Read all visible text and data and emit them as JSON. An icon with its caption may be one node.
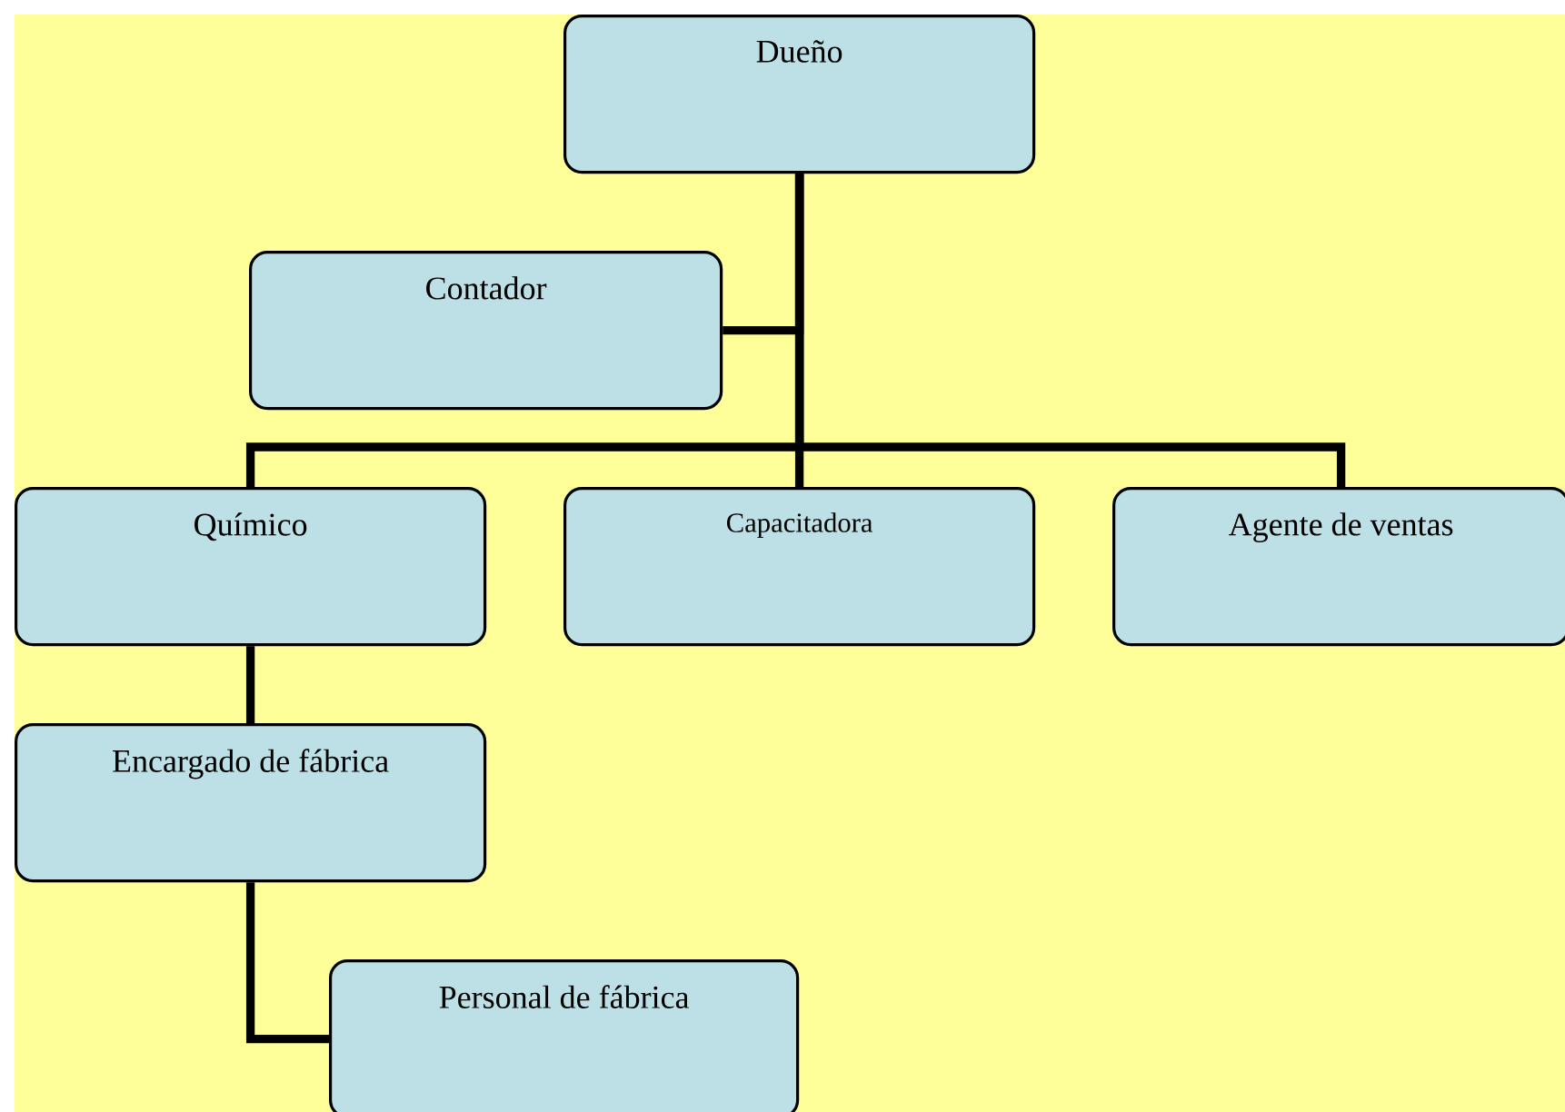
{
  "diagram": {
    "nodes": [
      {
        "text": [
          "Dueño"
        ]
      },
      {
        "text": [
          "Contador"
        ]
      },
      {
        "text": [
          "Químico"
        ]
      },
      {
        "text": [
          "Capacitadora"
        ]
      },
      {
        "text": [
          "Agente de ventas"
        ]
      },
      {
        "text": [
          "Encargado de fábrica"
        ]
      },
      {
        "text": [
          "Personal de fábrica"
        ]
      }
    ],
    "edges": [
      {
        "from": 0,
        "to": 1,
        "arrow": "none"
      },
      {
        "from": 0,
        "to": 2,
        "arrow": "none"
      },
      {
        "from": 0,
        "to": 3,
        "arrow": "none"
      },
      {
        "from": 0,
        "to": 4,
        "arrow": "none"
      },
      {
        "from": 2,
        "to": 5,
        "arrow": "none"
      },
      {
        "from": 5,
        "to": 6,
        "arrow": "none"
      }
    ]
  }
}
